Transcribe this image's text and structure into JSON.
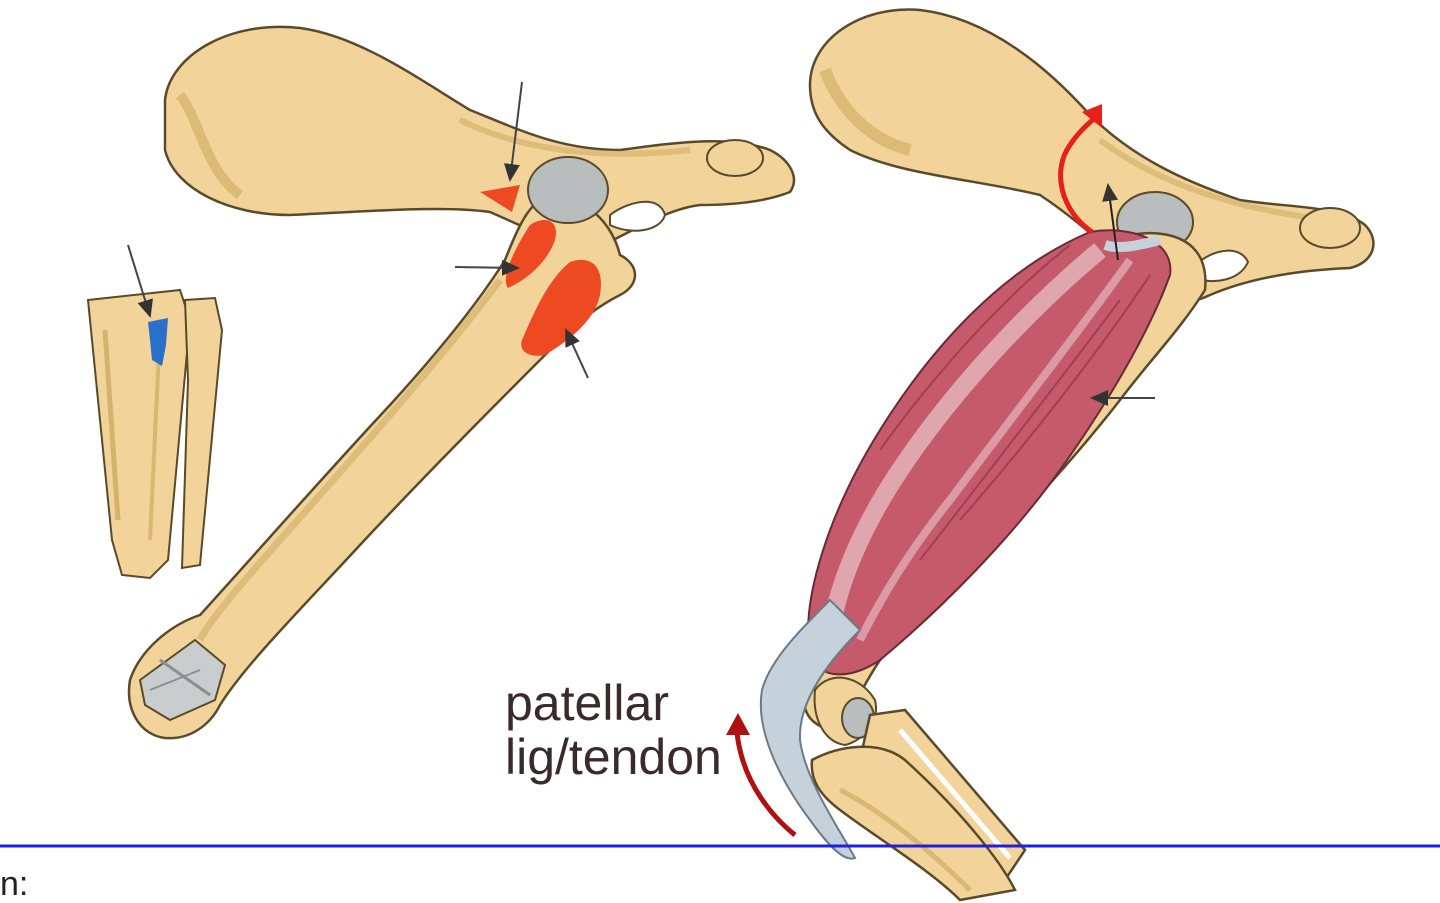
{
  "labels": {
    "patellar_line1": "patellar",
    "patellar_line2": "lig/tendon",
    "bottom_fragment": "n:"
  },
  "colors": {
    "bone": "#f2d49a",
    "bone_shade": "#c9a55a",
    "bone_outline": "#5a4a2a",
    "cartilage": "#b9bdbd",
    "attachment_red": "#ee4a22",
    "attachment_blue": "#2a6fc9",
    "muscle": "#c45a6a",
    "muscle_highlight": "#ecc6cc",
    "tendon": "#c5d2dc",
    "motion_arrow_red": "#e8201a",
    "motion_arrow_dark": "#b01010",
    "divider_line": "#1f1fe0",
    "pointer_line": "#444444"
  },
  "icons": {
    "rotation_arrow": "curved-arrow-icon",
    "extension_arrow": "curved-arrow-icon"
  }
}
